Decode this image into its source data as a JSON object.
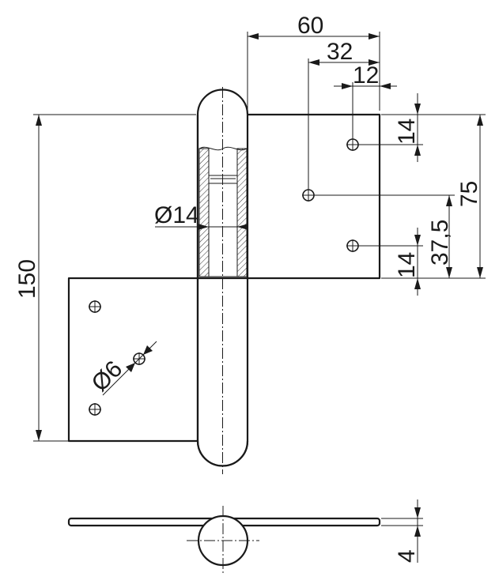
{
  "dimensions": {
    "width_60": "60",
    "width_32": "32",
    "width_12": "12",
    "height_150": "150",
    "height_75": "75",
    "height_37_5": "37,5",
    "hole_offset_top": "14",
    "hole_offset_bottom": "14",
    "pin_diameter": "Ø14",
    "hole_diameter": "Ø6",
    "thickness": "4"
  },
  "colors": {
    "line": "#1a1a1a",
    "background": "#ffffff"
  }
}
